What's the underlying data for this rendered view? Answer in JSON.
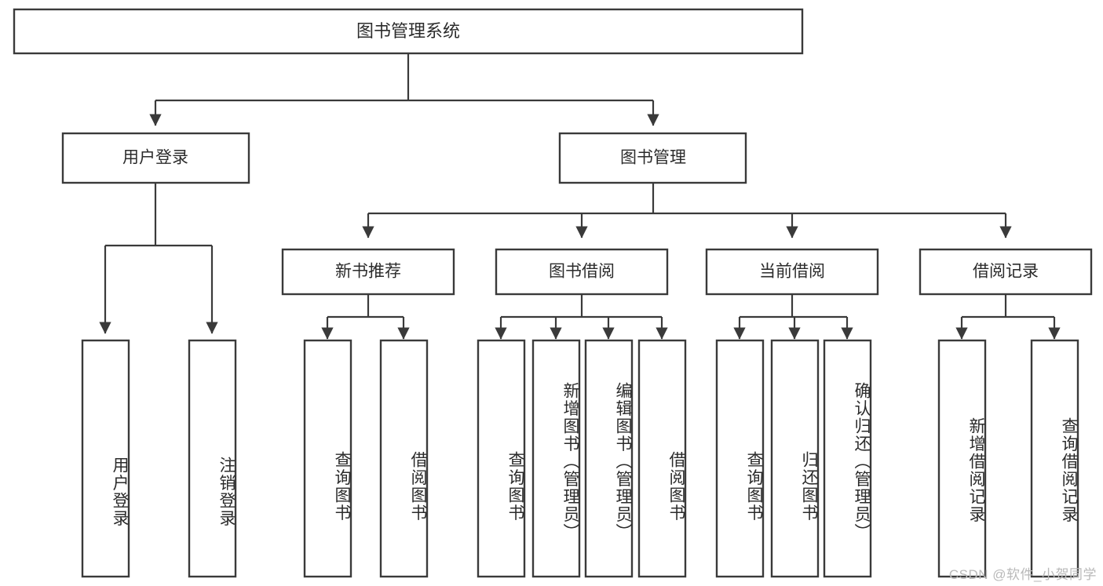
{
  "diagram": {
    "type": "tree-hierarchy-flowchart",
    "title": "图书管理系统",
    "levels": 4,
    "root": {
      "id": "root",
      "label": "图书管理系统",
      "orientation": "horizontal"
    },
    "level2": [
      {
        "id": "user-login",
        "label": "用户登录",
        "orientation": "horizontal"
      },
      {
        "id": "book-manage",
        "label": "图书管理",
        "orientation": "horizontal"
      }
    ],
    "level3": [
      {
        "id": "new-book-recommend",
        "label": "新书推荐",
        "orientation": "horizontal",
        "parent": "book-manage"
      },
      {
        "id": "book-borrow",
        "label": "图书借阅",
        "orientation": "horizontal",
        "parent": "book-manage"
      },
      {
        "id": "current-borrow",
        "label": "当前借阅",
        "orientation": "horizontal",
        "parent": "book-manage"
      },
      {
        "id": "borrow-record",
        "label": "借阅记录",
        "orientation": "horizontal",
        "parent": "book-manage"
      }
    ],
    "leaves": [
      {
        "id": "leaf-user-login",
        "label": "用户登录",
        "parent": "user-login"
      },
      {
        "id": "leaf-logout-login",
        "label": "注销登录",
        "parent": "user-login"
      },
      {
        "id": "leaf-query-book-1",
        "label": "查询图书",
        "parent": "new-book-recommend"
      },
      {
        "id": "leaf-borrow-book-1",
        "label": "借阅图书",
        "parent": "new-book-recommend"
      },
      {
        "id": "leaf-query-book-2",
        "label": "查询图书",
        "parent": "book-borrow"
      },
      {
        "id": "leaf-add-book",
        "label": "新增图书（管理员）",
        "parent": "book-borrow"
      },
      {
        "id": "leaf-edit-book",
        "label": "编辑图书（管理员）",
        "parent": "book-borrow"
      },
      {
        "id": "leaf-borrow-book-2",
        "label": "借阅图书",
        "parent": "book-borrow"
      },
      {
        "id": "leaf-query-book-3",
        "label": "查询图书",
        "parent": "current-borrow"
      },
      {
        "id": "leaf-return-book",
        "label": "归还图书",
        "parent": "current-borrow"
      },
      {
        "id": "leaf-confirm-return",
        "label": "确认归还（管理员）",
        "parent": "current-borrow"
      },
      {
        "id": "leaf-add-record",
        "label": "新增借阅记录",
        "parent": "borrow-record"
      },
      {
        "id": "leaf-query-record",
        "label": "查询借阅记录",
        "parent": "borrow-record"
      }
    ],
    "colors": {
      "background": "#ffffff",
      "box_fill": "#ffffff",
      "box_stroke": "#3a3a3a",
      "connector": "#3a3a3a",
      "text": "#2b2b2b",
      "watermark": "#b9b9b9"
    }
  },
  "watermark": {
    "text": "CSDN @软件_小贺同学"
  }
}
